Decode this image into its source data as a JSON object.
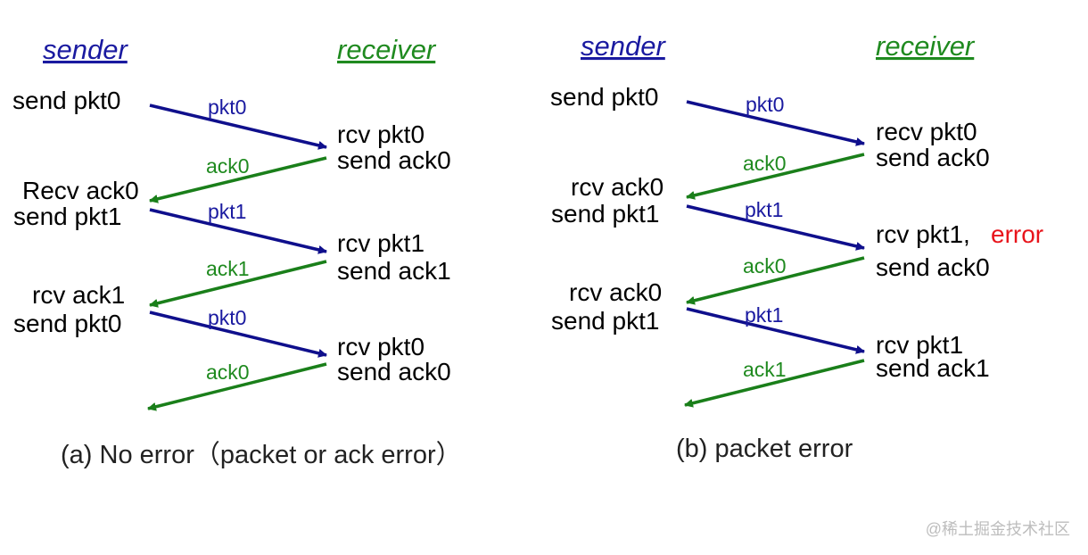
{
  "colors": {
    "sender": "#1a1aa0",
    "receiver": "#1f8a1f",
    "text": "#000000",
    "error": "#e8141b",
    "caption": "#222222",
    "watermark": "#bdbdbd",
    "blue_arrow": "#0f0f8c",
    "green_arrow": "#1a7f1a"
  },
  "diagram_a": {
    "sender_header": "sender",
    "receiver_header": "receiver",
    "sender_events": [
      "send pkt0",
      "Recv ack0",
      "send pkt1",
      "rcv ack1",
      "send pkt0"
    ],
    "receiver_events": [
      "rcv pkt0",
      "send ack0",
      "rcv pkt1",
      "send ack1",
      "rcv pkt0",
      "send ack0"
    ],
    "messages": [
      "pkt0",
      "ack0",
      "pkt1",
      "ack1",
      "pkt0",
      "ack0"
    ],
    "caption": "(a) No error（packet or ack error）"
  },
  "diagram_b": {
    "sender_header": "sender",
    "receiver_header": "receiver",
    "sender_events": [
      "send pkt0",
      "rcv ack0",
      "send pkt1",
      "rcv ack0",
      "send pkt1"
    ],
    "receiver_events": [
      "recv pkt0",
      "send ack0",
      "rcv pkt1,",
      "send ack0",
      "rcv pkt1",
      "send ack1"
    ],
    "error_label": "error",
    "messages": [
      "pkt0",
      "ack0",
      "pkt1",
      "ack0",
      "pkt1",
      "ack1"
    ],
    "caption": "(b) packet error"
  },
  "watermark": "@稀土掘金技术社区"
}
